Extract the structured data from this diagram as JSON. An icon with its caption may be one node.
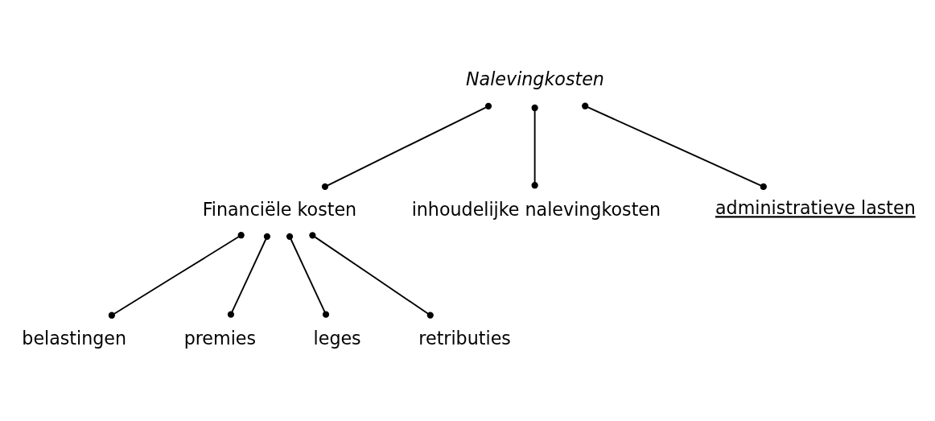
{
  "diagram": {
    "nodes": [
      {
        "text": [
          "Nalevingkosten"
        ]
      },
      {
        "text": [
          "Financiële kosten"
        ]
      },
      {
        "text": [
          "belastingen"
        ]
      },
      {
        "text": [
          "premies"
        ]
      },
      {
        "text": [
          "leges"
        ]
      },
      {
        "text": [
          "retributies"
        ]
      },
      {
        "text": [
          "inhoudelijke nalevingkosten"
        ]
      },
      {
        "text": [
          "administratieve lasten"
        ]
      }
    ],
    "edges": [
      {
        "from": 0,
        "to": 1,
        "arrow": "other"
      },
      {
        "from": 0,
        "to": 6,
        "arrow": "other"
      },
      {
        "from": 0,
        "to": 7,
        "arrow": "other"
      },
      {
        "from": 1,
        "to": 2,
        "arrow": "other"
      },
      {
        "from": 1,
        "to": 3,
        "arrow": "other"
      },
      {
        "from": 1,
        "to": 4,
        "arrow": "other"
      },
      {
        "from": 1,
        "to": 5,
        "arrow": "other"
      }
    ]
  }
}
